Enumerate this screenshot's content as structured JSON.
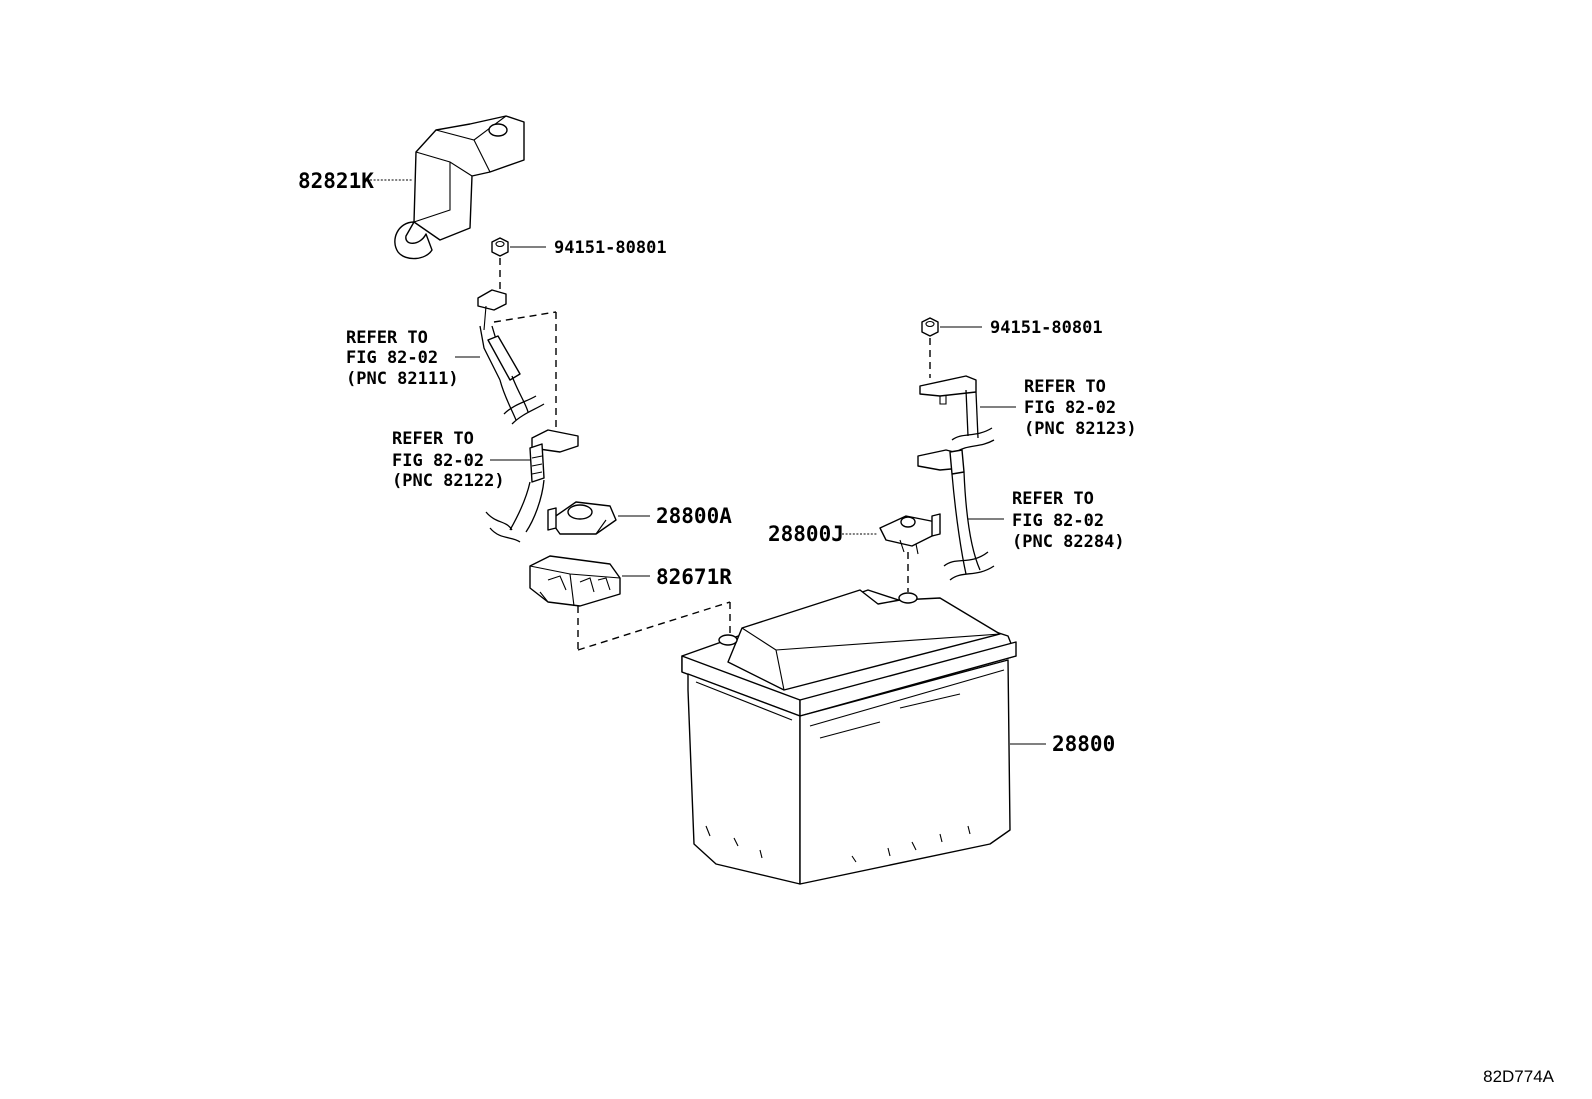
{
  "parts": {
    "cover_82821k": "82821K",
    "nut_upper_left": "94151-80801",
    "nut_upper_right": "94151-80801",
    "terminal_28800a": "28800A",
    "terminal_28800j": "28800J",
    "cover_82671r": "82671R",
    "battery_28800": "28800"
  },
  "refs": {
    "pnc_82111": [
      "REFER TO",
      "FIG 82-02",
      "(PNC 82111)"
    ],
    "pnc_82122": [
      "REFER TO",
      "FIG 82-02",
      "(PNC 82122)"
    ],
    "pnc_82123": [
      "REFER TO",
      "FIG 82-02",
      "(PNC 82123)"
    ],
    "pnc_82284": [
      "REFER TO",
      "FIG 82-02",
      "(PNC 82284)"
    ]
  },
  "figure_code": "82D774A"
}
